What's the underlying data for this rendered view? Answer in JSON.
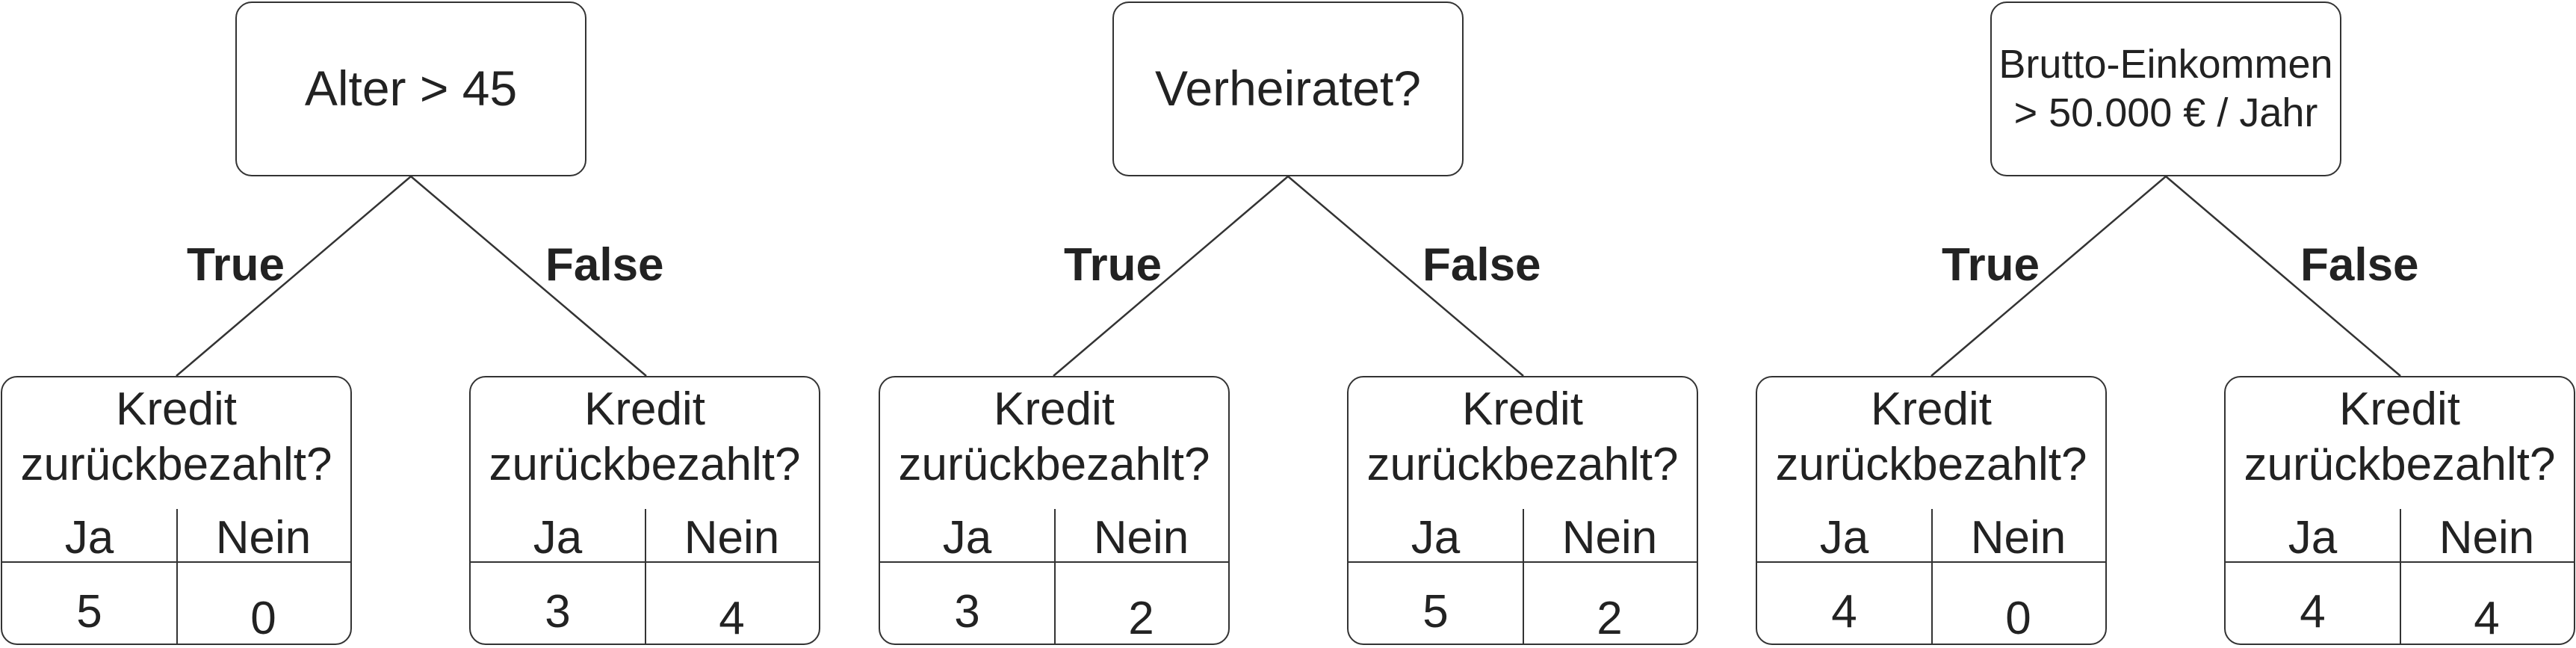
{
  "trees": [
    {
      "root_lines": [
        "Alter > 45"
      ],
      "true_label": "True",
      "false_label": "False",
      "leaves": [
        {
          "title_line1": "Kredit",
          "title_line2": "zurückbezahlt?",
          "col_yes": "Ja",
          "col_no": "Nein",
          "yes": "5",
          "no": "0"
        },
        {
          "title_line1": "Kredit",
          "title_line2": "zurückbezahlt?",
          "col_yes": "Ja",
          "col_no": "Nein",
          "yes": "3",
          "no": "4"
        }
      ]
    },
    {
      "root_lines": [
        "Verheiratet?"
      ],
      "true_label": "True",
      "false_label": "False",
      "leaves": [
        {
          "title_line1": "Kredit",
          "title_line2": "zurückbezahlt?",
          "col_yes": "Ja",
          "col_no": "Nein",
          "yes": "3",
          "no": "2"
        },
        {
          "title_line1": "Kredit",
          "title_line2": "zurückbezahlt?",
          "col_yes": "Ja",
          "col_no": "Nein",
          "yes": "5",
          "no": "2"
        }
      ]
    },
    {
      "root_lines": [
        "Brutto-Einkommen",
        "> 50.000 € / Jahr"
      ],
      "true_label": "True",
      "false_label": "False",
      "leaves": [
        {
          "title_line1": "Kredit",
          "title_line2": "zurückbezahlt?",
          "col_yes": "Ja",
          "col_no": "Nein",
          "yes": "4",
          "no": "0"
        },
        {
          "title_line1": "Kredit",
          "title_line2": "zurückbezahlt?",
          "col_yes": "Ja",
          "col_no": "Nein",
          "yes": "4",
          "no": "4"
        }
      ]
    }
  ]
}
